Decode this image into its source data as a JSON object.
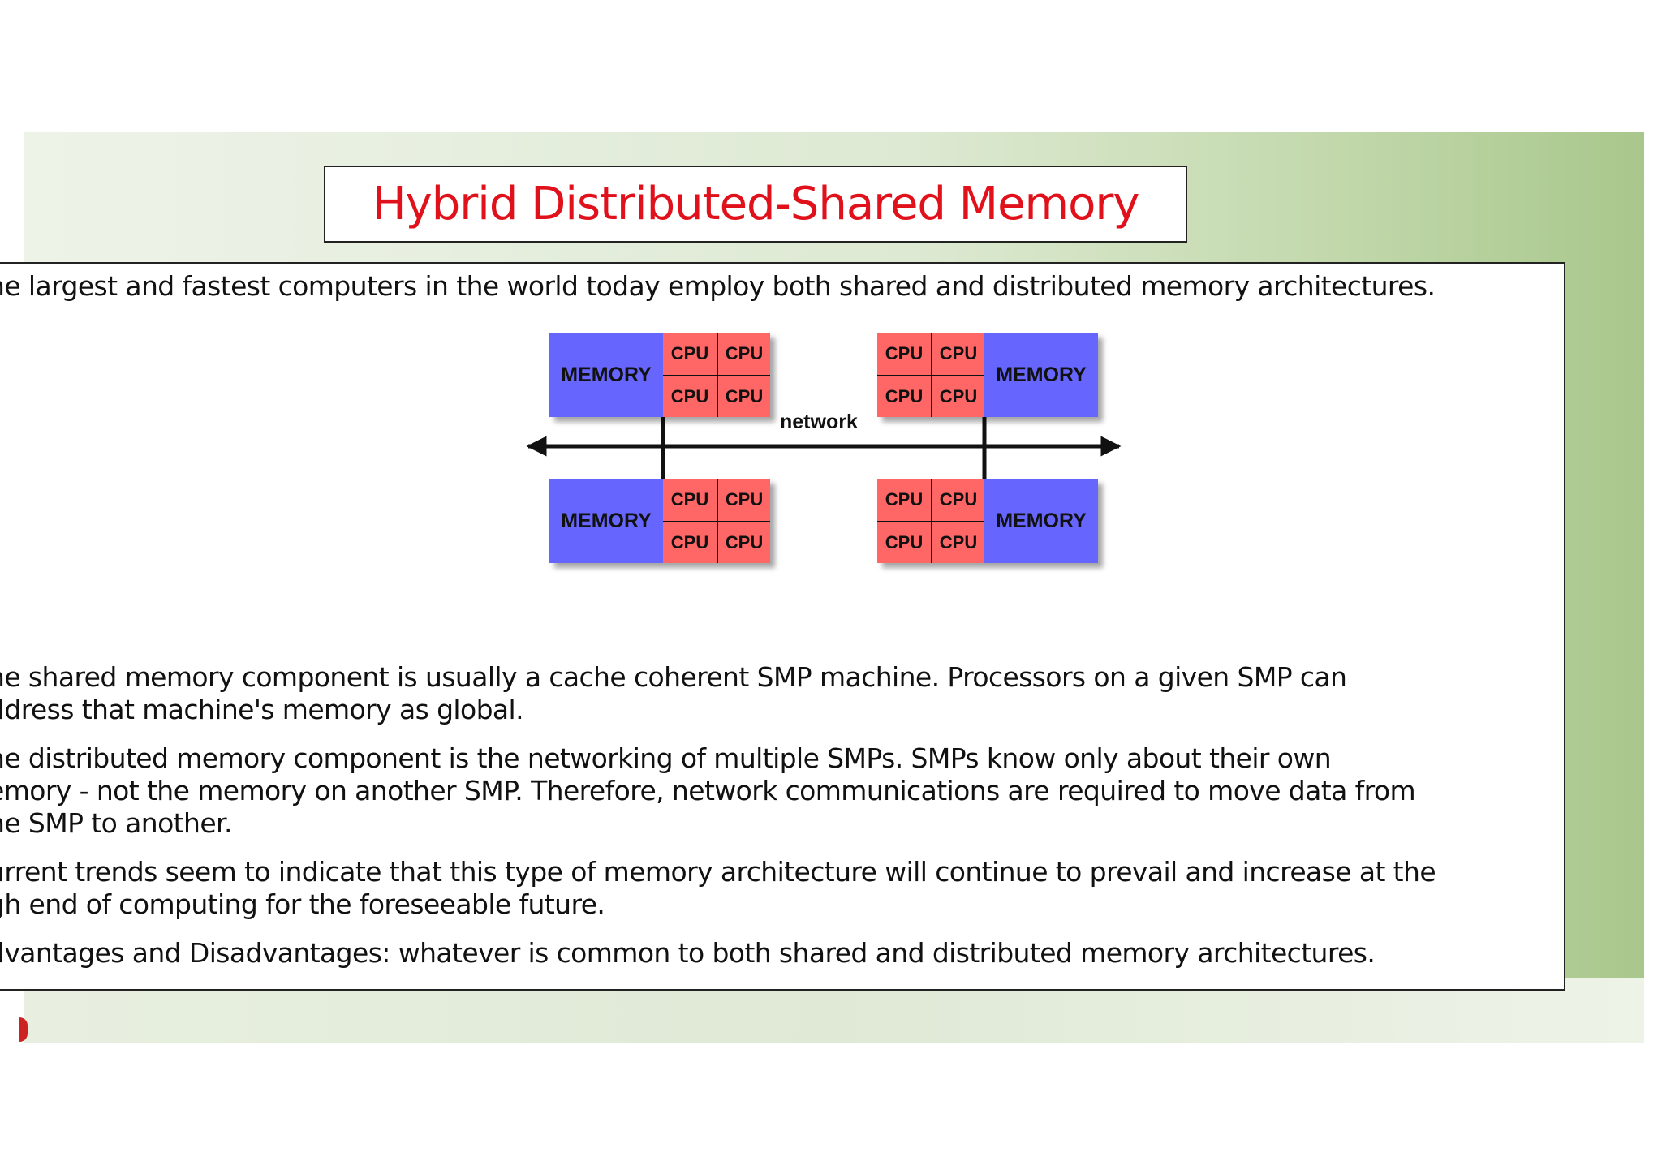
{
  "title": "Hybrid Distributed-Shared Memory",
  "lines": [
    "ne largest and fastest computers in the world today employ both shared and distributed memory architectures.",
    "ne shared memory component is usually a cache coherent SMP machine. Processors on a given SMP can",
    "ddress that machine's memory as global.",
    "ne distributed memory component is the networking of multiple SMPs. SMPs know only about their own",
    "emory - not the memory on another SMP. Therefore, network communications are required to move data from",
    "ne SMP to another.",
    "urrent trends seem to indicate that this type of memory architecture will continue to prevail and increase at the",
    "gh end of computing for the foreseeable future.",
    "dvantages and Disadvantages: whatever is common to both shared and distributed memory architectures."
  ],
  "diagram": {
    "memory_label": "MEMORY",
    "cpu_label": "CPU",
    "network_label": "network",
    "colors": {
      "memory": "#6666ff",
      "cpu": "#ff6666",
      "line": "#111111"
    }
  }
}
